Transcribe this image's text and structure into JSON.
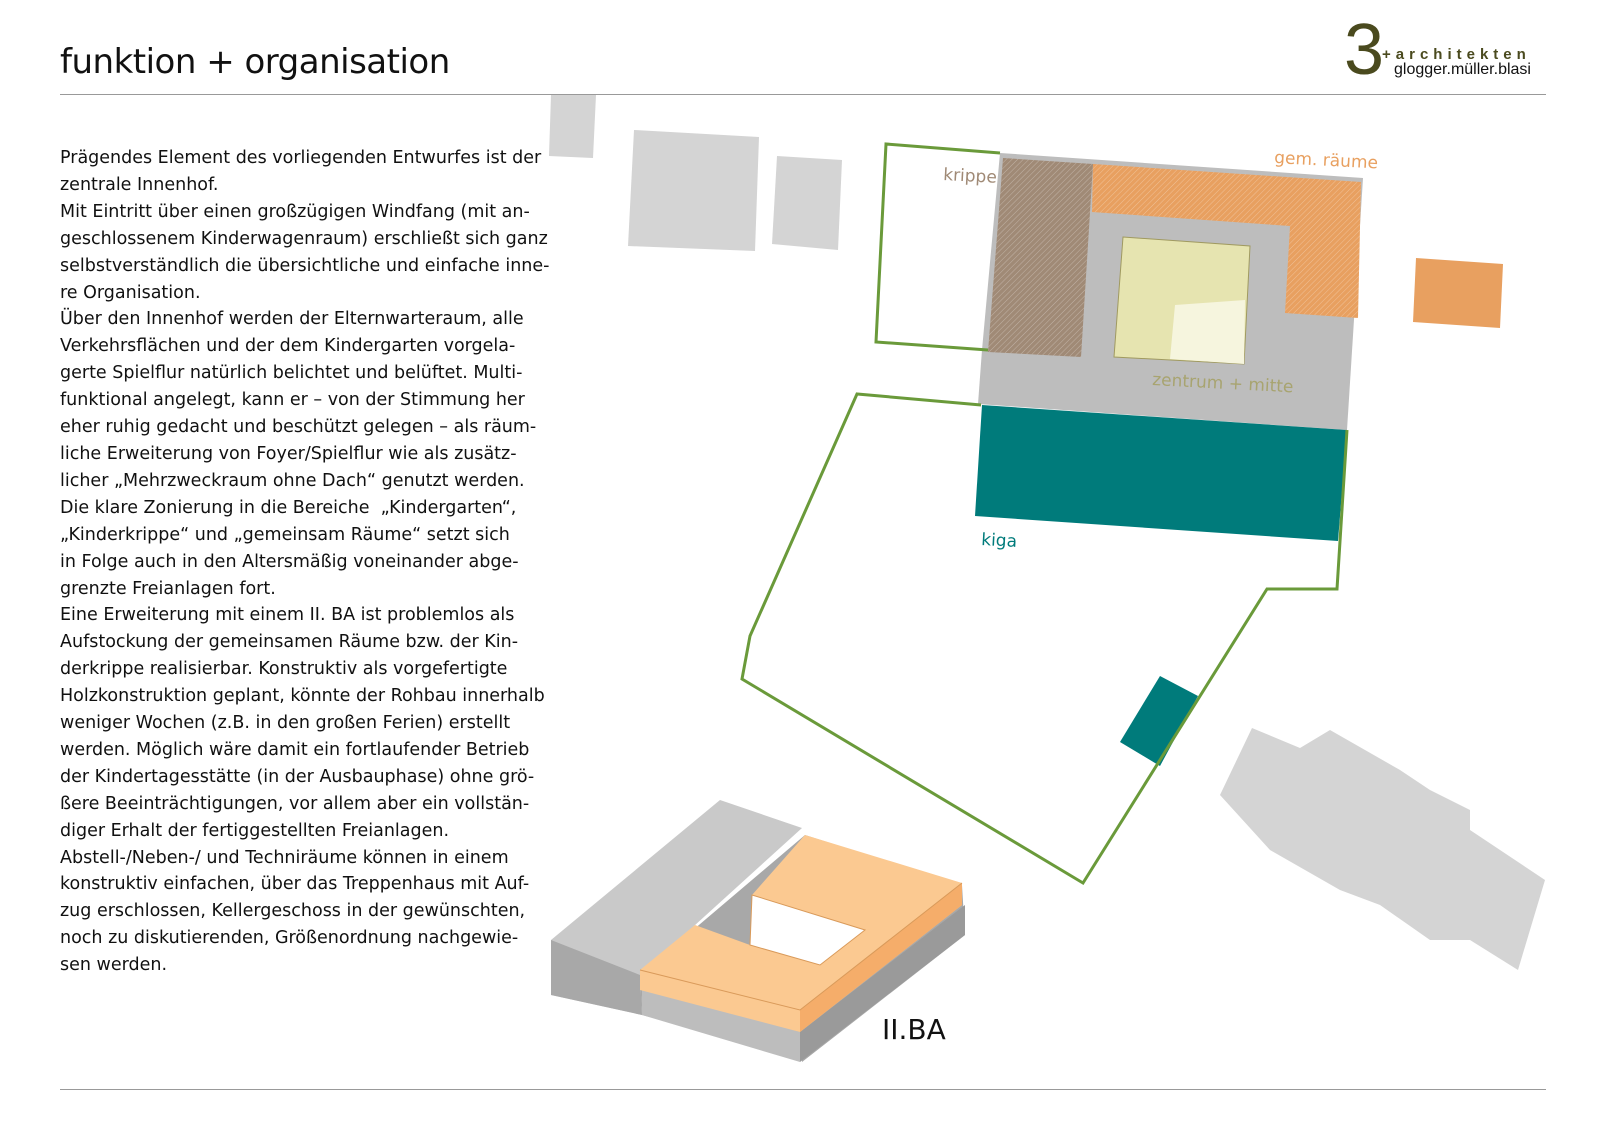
{
  "header": {
    "title": "funktion + organisation",
    "logo": {
      "numeral": "3",
      "plus_word": "+architekten",
      "partners": "glogger.müller.blasi"
    }
  },
  "body_lines": [
    "Prägendes Element des vorliegenden Entwurfes ist der",
    "zentrale Innenhof.",
    "Mit Eintritt über einen großzügigen Windfang (mit an-",
    "geschlossenem Kinderwagenraum) erschließt sich ganz",
    "selbstverständlich die übersichtliche und einfache inne-",
    "re Organisation.",
    "Über den Innenhof werden der Elternwarteraum, alle",
    "Verkehrsflächen und der dem Kindergarten vorgela-",
    "gerte Spielflur natürlich belichtet und belüftet. Multi-",
    "funktional angelegt, kann er – von der Stimmung her",
    "eher ruhig gedacht und beschützt gelegen – als räum-",
    "liche Erweiterung von Foyer/Spielflur wie als zusätz-",
    "licher „Mehrzweckraum ohne Dach“ genutzt werden.",
    "Die klare Zonierung in die Bereiche  „Kindergarten“,",
    "„Kinderkrippe“ und „gemeinsam Räume“ setzt sich",
    "in Folge auch in den Altersmäßig voneinander abge-",
    "grenzte Freianlagen fort.",
    "Eine Erweiterung mit einem II. BA ist problemlos als",
    "Aufstockung der gemeinsamen Räume bzw. der Kin-",
    "derkrippe realisierbar. Konstruktiv als vorgefertigte",
    "Holzkonstruktion geplant, könnte der Rohbau innerhalb",
    "weniger Wochen (z.B. in den großen Ferien) erstellt",
    "werden. Möglich wäre damit ein fortlaufender Betrieb",
    "der Kindertagesstätte (in der Ausbauphase) ohne grö-",
    "ßere Beeinträchtigungen, vor allem aber ein vollstän-",
    "diger Erhalt der fertiggestellten Freianlagen.",
    "Abstell-/Neben-/ und Techniräume können in einem",
    "konstruktiv einfachen, über das Treppenhaus mit Auf-",
    "zug erschlossen, Kellergeschoss in der gewünschten,",
    "noch zu diskutierenden, Größenordnung nachgewie-",
    "sen werden."
  ],
  "plan": {
    "labels": {
      "krippe": "krippe",
      "gem_raeume": "gem. räume",
      "zentrum": "zentrum + mitte",
      "kiga": "kiga"
    },
    "colors": {
      "krippe": "#a08a76",
      "gem_raeume": "#e8a060",
      "zentrum": "#e6e4b0",
      "kiga": "#007b7b",
      "boundary": "#6a9a3a",
      "neighbor": "#d4d4d4",
      "building": "#bdbdbd"
    }
  },
  "model": {
    "caption": "II.BA"
  }
}
